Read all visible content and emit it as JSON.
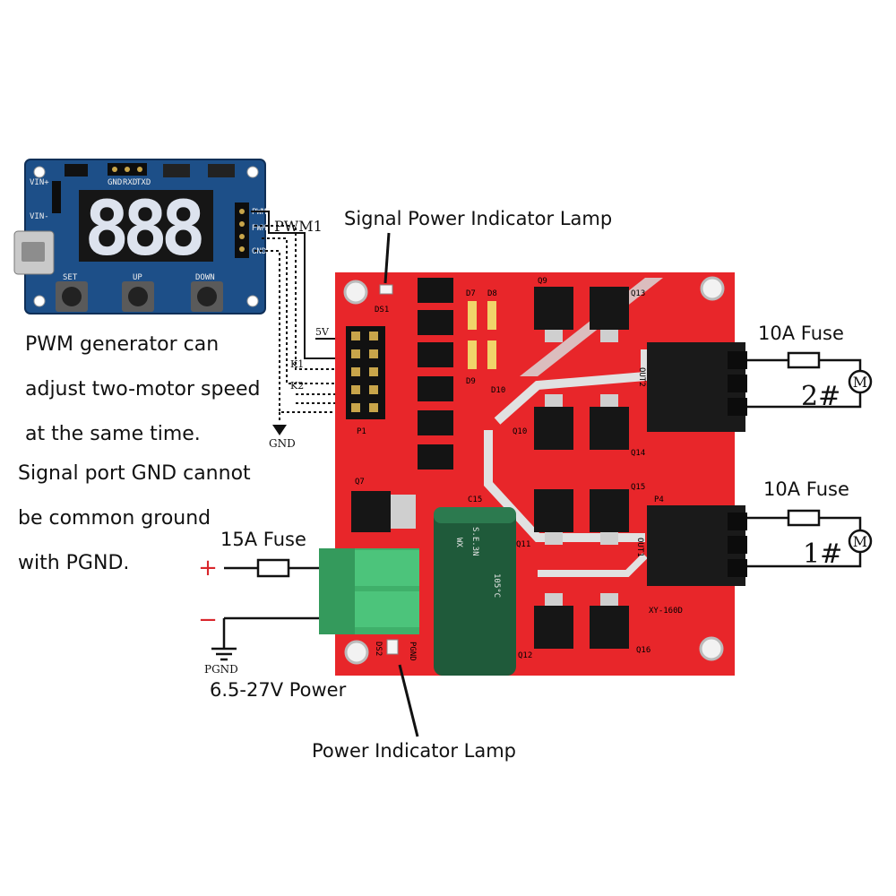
{
  "generator": {
    "display": "888",
    "buttons": [
      "SET",
      "UP",
      "DOWN"
    ],
    "pins_top": [
      "GND",
      "RXD",
      "TXD"
    ],
    "pins_side": [
      "PWM1",
      "PWM2",
      "GND"
    ],
    "vin_plus": "VIN+",
    "vin_minus": "VIN-"
  },
  "signals": {
    "pwm1": "PWM1",
    "v5": "5V",
    "k1": "K1",
    "k2": "K2",
    "gnd": "GND",
    "pgnd": "PGND"
  },
  "labels": {
    "signal_lamp": "Signal Power Indicator Lamp",
    "power_lamp": "Power Indicator Lamp",
    "fuse_2": "10A Fuse",
    "fuse_1": "10A Fuse",
    "fuse_15": "15A Fuse",
    "motor_2": "2#",
    "motor_1": "1#",
    "motor_symbol": "M",
    "plus": "+",
    "minus": "−",
    "power": "6.5-27V Power"
  },
  "description": {
    "line1": "PWM generator can",
    "line2": "adjust two-motor speed",
    "line3": "at the same time.",
    "line4": "Signal port GND cannot",
    "line5": "be common ground",
    "line6": "with PGND."
  },
  "board": {
    "model": "XY-160D",
    "p1": "P1",
    "p4": "P4",
    "ds1": "DS1",
    "ds2": "DS2",
    "out1": "OUT1",
    "out2": "OUT2",
    "cap": "C15",
    "cap_text": "S.E.3N",
    "cap_brand": "WX",
    "cap_temp": "105°C",
    "pgnd_board": "PGND",
    "q7": "Q7",
    "q9": "Q9",
    "q10": "Q10",
    "q11": "Q11",
    "q12": "Q12",
    "q13": "Q13",
    "q14": "Q14",
    "q15": "Q15",
    "q16": "Q16",
    "d7": "D7",
    "d8": "D8",
    "d9": "D9",
    "d10": "D10"
  },
  "colors": {
    "board": "#e8262a",
    "generator": "#1d4f88",
    "terminal": "#1a1a1a",
    "green_terminal": "#3fb06a",
    "capacitor": "#1f5a3a",
    "segment": "#dde3ee",
    "plus": "#d9262c",
    "minus": "#d9262c"
  }
}
